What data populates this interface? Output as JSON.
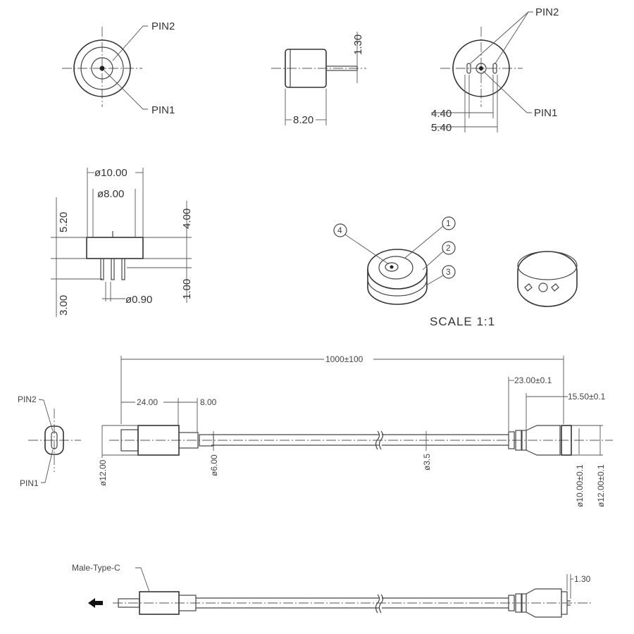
{
  "top_views": {
    "front": {
      "pin2": "PIN2",
      "pin1": "PIN1"
    },
    "side": {
      "pin_length": "1.30",
      "body_length": "8.20"
    },
    "back": {
      "pin2": "PIN2",
      "pin1": "PIN1",
      "inner_spacing": "4.40",
      "outer_spacing": "5.40"
    }
  },
  "section_view": {
    "outer_diameter": "ø10.00",
    "inner_diameter": "ø8.00",
    "left_height": "5.20",
    "left_pin_length": "3.00",
    "right_height": "4.00",
    "right_pin_step": "1.00",
    "pin_diameter": "ø0.90"
  },
  "isometric": {
    "callouts": [
      "1",
      "2",
      "3",
      "4"
    ],
    "scale_label": "SCALE 1:1"
  },
  "cable_view": {
    "pin2": "PIN2",
    "pin1": "PIN1",
    "total_length": "1000±100",
    "plug_length": "24.00",
    "neck_length": "8.00",
    "plug_diameter": "ø12.00",
    "neck_diameter": "ø6.00",
    "cable_diameter": "ø3.5",
    "connector_length": "23.00±0.1",
    "head_length": "15.50±0.1",
    "head_inner_diameter": "ø10.00±0.1",
    "head_outer_diameter": "ø12.00±0.1"
  },
  "bottom_view": {
    "plug_label": "Male-Type-C",
    "pin_protrusion": "1.30"
  }
}
